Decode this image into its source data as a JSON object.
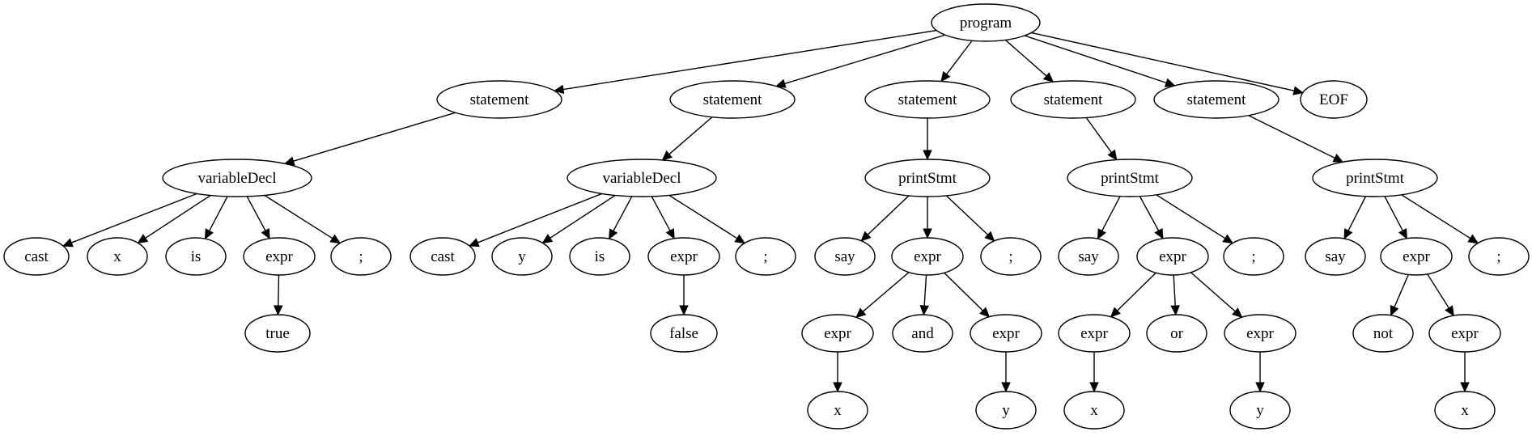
{
  "diagram": {
    "type": "parse-tree",
    "nodes": [
      {
        "id": "program",
        "label": "program"
      },
      {
        "id": "s1",
        "label": "statement"
      },
      {
        "id": "s2",
        "label": "statement"
      },
      {
        "id": "s3",
        "label": "statement"
      },
      {
        "id": "s4",
        "label": "statement"
      },
      {
        "id": "s5",
        "label": "statement"
      },
      {
        "id": "eof",
        "label": "EOF"
      },
      {
        "id": "vd1",
        "label": "variableDecl"
      },
      {
        "id": "vd1_cast",
        "label": "cast"
      },
      {
        "id": "vd1_x",
        "label": "x"
      },
      {
        "id": "vd1_is",
        "label": "is"
      },
      {
        "id": "vd1_expr",
        "label": "expr"
      },
      {
        "id": "vd1_semi",
        "label": ";"
      },
      {
        "id": "vd1_true",
        "label": "true"
      },
      {
        "id": "vd2",
        "label": "variableDecl"
      },
      {
        "id": "vd2_cast",
        "label": "cast"
      },
      {
        "id": "vd2_y",
        "label": "y"
      },
      {
        "id": "vd2_is",
        "label": "is"
      },
      {
        "id": "vd2_expr",
        "label": "expr"
      },
      {
        "id": "vd2_semi",
        "label": ";"
      },
      {
        "id": "vd2_false",
        "label": "false"
      },
      {
        "id": "ps3",
        "label": "printStmt"
      },
      {
        "id": "ps3_say",
        "label": "say"
      },
      {
        "id": "ps3_expr",
        "label": "expr"
      },
      {
        "id": "ps3_semi",
        "label": ";"
      },
      {
        "id": "ps3_e1",
        "label": "expr"
      },
      {
        "id": "ps3_and",
        "label": "and"
      },
      {
        "id": "ps3_e2",
        "label": "expr"
      },
      {
        "id": "ps3_x",
        "label": "x"
      },
      {
        "id": "ps3_y",
        "label": "y"
      },
      {
        "id": "ps4",
        "label": "printStmt"
      },
      {
        "id": "ps4_say",
        "label": "say"
      },
      {
        "id": "ps4_expr",
        "label": "expr"
      },
      {
        "id": "ps4_semi",
        "label": ";"
      },
      {
        "id": "ps4_e1",
        "label": "expr"
      },
      {
        "id": "ps4_or",
        "label": "or"
      },
      {
        "id": "ps4_e2",
        "label": "expr"
      },
      {
        "id": "ps4_x",
        "label": "x"
      },
      {
        "id": "ps4_y",
        "label": "y"
      },
      {
        "id": "ps5",
        "label": "printStmt"
      },
      {
        "id": "ps5_say",
        "label": "say"
      },
      {
        "id": "ps5_expr",
        "label": "expr"
      },
      {
        "id": "ps5_semi",
        "label": ";"
      },
      {
        "id": "ps5_not",
        "label": "not"
      },
      {
        "id": "ps5_e1",
        "label": "expr"
      },
      {
        "id": "ps5_x",
        "label": "x"
      }
    ],
    "edges": [
      [
        "program",
        "s1"
      ],
      [
        "program",
        "s2"
      ],
      [
        "program",
        "s3"
      ],
      [
        "program",
        "s4"
      ],
      [
        "program",
        "s5"
      ],
      [
        "program",
        "eof"
      ],
      [
        "s1",
        "vd1"
      ],
      [
        "vd1",
        "vd1_cast"
      ],
      [
        "vd1",
        "vd1_x"
      ],
      [
        "vd1",
        "vd1_is"
      ],
      [
        "vd1",
        "vd1_expr"
      ],
      [
        "vd1",
        "vd1_semi"
      ],
      [
        "vd1_expr",
        "vd1_true"
      ],
      [
        "s2",
        "vd2"
      ],
      [
        "vd2",
        "vd2_cast"
      ],
      [
        "vd2",
        "vd2_y"
      ],
      [
        "vd2",
        "vd2_is"
      ],
      [
        "vd2",
        "vd2_expr"
      ],
      [
        "vd2",
        "vd2_semi"
      ],
      [
        "vd2_expr",
        "vd2_false"
      ],
      [
        "s3",
        "ps3"
      ],
      [
        "ps3",
        "ps3_say"
      ],
      [
        "ps3",
        "ps3_expr"
      ],
      [
        "ps3",
        "ps3_semi"
      ],
      [
        "ps3_expr",
        "ps3_e1"
      ],
      [
        "ps3_expr",
        "ps3_and"
      ],
      [
        "ps3_expr",
        "ps3_e2"
      ],
      [
        "ps3_e1",
        "ps3_x"
      ],
      [
        "ps3_e2",
        "ps3_y"
      ],
      [
        "s4",
        "ps4"
      ],
      [
        "ps4",
        "ps4_say"
      ],
      [
        "ps4",
        "ps4_expr"
      ],
      [
        "ps4",
        "ps4_semi"
      ],
      [
        "ps4_expr",
        "ps4_e1"
      ],
      [
        "ps4_expr",
        "ps4_or"
      ],
      [
        "ps4_expr",
        "ps4_e2"
      ],
      [
        "ps4_e1",
        "ps4_x"
      ],
      [
        "ps4_e2",
        "ps4_y"
      ],
      [
        "s5",
        "ps5"
      ],
      [
        "ps5",
        "ps5_say"
      ],
      [
        "ps5",
        "ps5_expr"
      ],
      [
        "ps5",
        "ps5_semi"
      ],
      [
        "ps5_expr",
        "ps5_not"
      ],
      [
        "ps5_expr",
        "ps5_e1"
      ],
      [
        "ps5_e1",
        "ps5_x"
      ]
    ]
  }
}
